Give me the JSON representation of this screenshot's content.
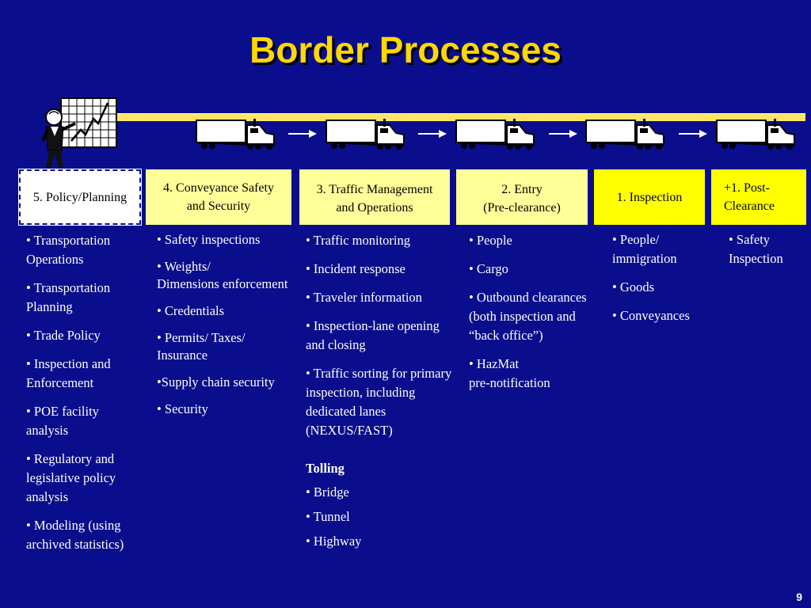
{
  "slide": {
    "title": "Border Processes",
    "page_number": "9"
  },
  "stages": [
    {
      "id": "planning",
      "label": "5. Policy/Planning"
    },
    {
      "id": "conveyance",
      "label": "4. Conveyance Safety\nand Security"
    },
    {
      "id": "traffic",
      "label": "3. Traffic Management\nand Operations"
    },
    {
      "id": "entry",
      "label": "2. Entry\n(Pre-clearance)"
    },
    {
      "id": "inspection",
      "label": "1. Inspection"
    },
    {
      "id": "post",
      "label": "+1.  Post-\nClearance"
    }
  ],
  "columns": {
    "planning": [
      "• Transportation Operations",
      "• Transportation Planning",
      "• Trade Policy",
      "• Inspection and Enforcement",
      "• POE facility analysis",
      "• Regulatory and legislative policy analysis",
      "• Modeling (using archived statistics)"
    ],
    "conveyance": [
      "• Safety inspections",
      "• Weights/\nDimensions enforcement",
      "• Credentials",
      "• Permits/ Taxes/\nInsurance",
      "•Supply chain security",
      "• Security"
    ],
    "traffic": [
      "• Traffic monitoring",
      "• Incident response",
      "• Traveler information",
      "• Inspection-lane opening and closing",
      "• Traffic sorting for primary inspection, including dedicated lanes (NEXUS/FAST)"
    ],
    "tolling_heading": "Tolling",
    "tolling": [
      "• Bridge",
      "• Tunnel",
      "• Highway"
    ],
    "entry": [
      "• People",
      "• Cargo",
      "• Outbound clearances (both inspection and “back office”)",
      "• HazMat\npre-notification"
    ],
    "inspection": [
      "• People/\nimmigration",
      "• Goods",
      "• Conveyances"
    ],
    "post": [
      "• Safety\nInspection"
    ]
  },
  "colors": {
    "background": "#0a0e8c",
    "title": "#ffd800",
    "box_light": "#ffff99",
    "box_bright": "#ffff00"
  },
  "icons": {
    "planner": "businessman-chart-icon",
    "truck": "semi-truck-icon",
    "arrow": "right-arrow-icon"
  }
}
